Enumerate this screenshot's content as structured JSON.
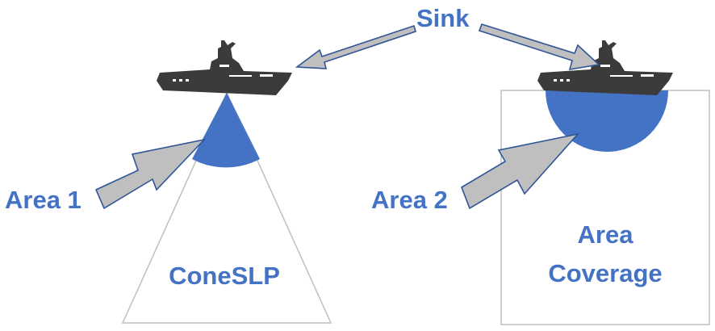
{
  "labels": {
    "sink": "Sink",
    "area1": "Area 1",
    "area2": "Area 2",
    "cone": "ConeSLP",
    "coverage_line1": "Area",
    "coverage_line2": "Coverage"
  },
  "colors": {
    "label_text": "#4472c4",
    "sensing_region": "#4472c4",
    "arrow_fill": "#bfbfbf",
    "arrow_outline": "#2f5597",
    "ship": "#3b3b3b",
    "outline": "#bfbfbf"
  },
  "icons": {
    "left_ship": "ship-icon",
    "right_ship": "ship-icon"
  }
}
